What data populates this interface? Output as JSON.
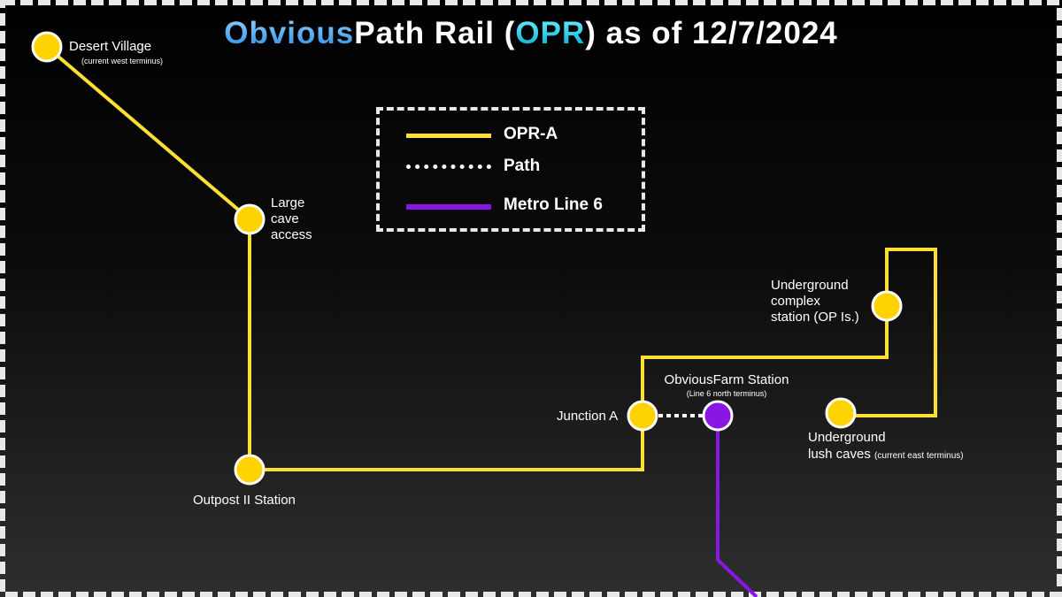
{
  "title": {
    "part1": "Obvious",
    "part2": "Path Rail (",
    "part3": "OPR",
    "part4": ") as of 12/7/2024"
  },
  "legend": {
    "items": [
      {
        "label": "OPR-A",
        "style": "solid-yellow"
      },
      {
        "label": "Path",
        "style": "dotted-white"
      },
      {
        "label": "Metro Line 6",
        "style": "solid-purple"
      }
    ]
  },
  "stations": {
    "desert_village": {
      "name": "Desert Village",
      "note": "(current  west terminus)"
    },
    "large_cave": {
      "line1": "Large",
      "line2": "cave",
      "line3": "access"
    },
    "outpost": {
      "name": "Outpost II Station"
    },
    "junction_a": {
      "name": "Junction A"
    },
    "obviousfarm": {
      "name": "ObviousFarm Station",
      "note": "(Line 6 north terminus)"
    },
    "underground_complex": {
      "line1": "Underground",
      "line2": "complex",
      "line3": "station (OP Is.)"
    },
    "lush_caves": {
      "line1": "Underground",
      "line2": "lush caves",
      "note": "(current east terminus)"
    }
  },
  "colors": {
    "opr_a": "#ffdf33",
    "metro_line_6": "#8a16e6",
    "path": "#ffffff",
    "frame_dash": "#e8e8e8",
    "background": "#000000"
  }
}
